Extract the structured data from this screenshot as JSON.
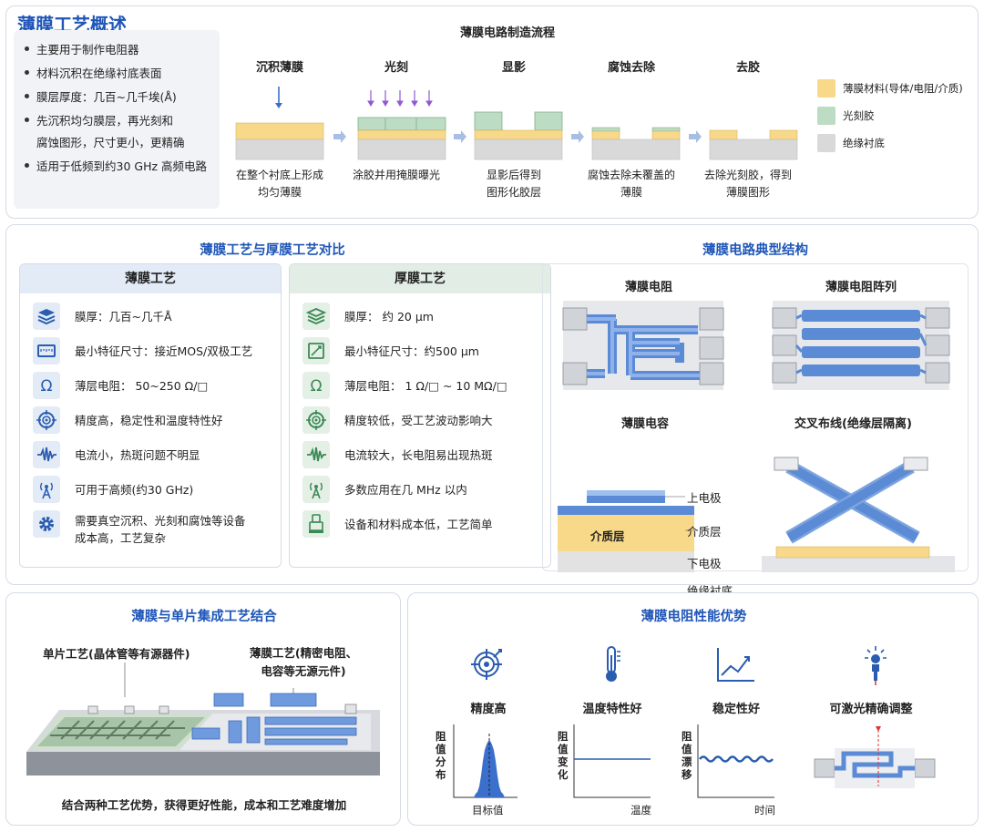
{
  "overview": {
    "title": "薄膜工艺概述",
    "items": [
      "主要用于制作电阻器",
      "材料沉积在绝缘衬底表面",
      "膜层厚度：几百~几千埃(Å)",
      "先沉积均匀膜层，再光刻和",
      "腐蚀图形，尺寸更小，更精确",
      "适用于低频到约30 GHz 高频电路"
    ]
  },
  "flow": {
    "title": "薄膜电路制造流程",
    "steps": [
      {
        "label": "沉积薄膜",
        "desc1": "在整个衬底上形成",
        "desc2": "均匀薄膜"
      },
      {
        "label": "光刻",
        "desc1": "涂胶并用掩膜曝光",
        "desc2": ""
      },
      {
        "label": "显影",
        "desc1": "显影后得到",
        "desc2": "图形化胶层"
      },
      {
        "label": "腐蚀去除",
        "desc1": "腐蚀去除未覆盖的",
        "desc2": "薄膜"
      },
      {
        "label": "去胶",
        "desc1": "去除光刻胶，得到",
        "desc2": "薄膜图形"
      }
    ],
    "legend": [
      {
        "label": "薄膜材料(导体/电阻/介质)",
        "color": "#f8d98a"
      },
      {
        "label": "光刻胶",
        "color": "#bcdcc4"
      },
      {
        "label": "绝缘衬底",
        "color": "#d9d9d9"
      }
    ]
  },
  "compare": {
    "title": "薄膜工艺与厚膜工艺对比",
    "thin": {
      "title": "薄膜工艺",
      "rows": [
        {
          "icon": "layers-icon",
          "text": "膜厚：几百~几千Å"
        },
        {
          "icon": "ruler-icon",
          "text": "最小特征尺寸：接近MOS/双极工艺"
        },
        {
          "icon": "ohm-icon",
          "text": "薄层电阻： 50~250 Ω/□"
        },
        {
          "icon": "target-icon",
          "text": "精度高，稳定性和温度特性好"
        },
        {
          "icon": "waveform-icon",
          "text": "电流小，热斑问题不明显"
        },
        {
          "icon": "antenna-icon",
          "text": "可用于高频(约30 GHz)"
        },
        {
          "icon": "gear-icon",
          "text": "需要真空沉积、光刻和腐蚀等设备",
          "text2": "成本高，工艺复杂"
        }
      ]
    },
    "thick": {
      "title": "厚膜工艺",
      "rows": [
        {
          "icon": "layers-icon",
          "text": "膜厚： 约 20 μm"
        },
        {
          "icon": "ruler-icon",
          "text": "最小特征尺寸：约500 μm"
        },
        {
          "icon": "ohm-icon",
          "text": "薄层电阻： 1 Ω/□ ~ 10 MΩ/□"
        },
        {
          "icon": "target-icon",
          "text": "精度较低，受工艺波动影响大"
        },
        {
          "icon": "waveform-icon",
          "text": "电流较大，长电阻易出现热斑"
        },
        {
          "icon": "antenna-icon",
          "text": "多数应用在几 MHz 以内"
        },
        {
          "icon": "printer-icon",
          "text": "设备和材料成本低，工艺简单"
        }
      ]
    }
  },
  "structure": {
    "title": "薄膜电路典型结构",
    "resistor": "薄膜电阻",
    "array": "薄膜电阻阵列",
    "capacitor": "薄膜电容",
    "crossover": "交叉布线(绝缘层隔离)",
    "cap_layers": {
      "top": "上电极",
      "dielectric_inner": "介质层",
      "dielectric": "介质层",
      "bottom": "下电极",
      "substrate": "绝缘衬底"
    }
  },
  "monolithic": {
    "title": "薄膜与单片集成工艺结合",
    "mono_label": "单片工艺(晶体管等有源器件)",
    "thin_label1": "薄膜工艺(精密电阻、",
    "thin_label2": "电容等无源元件)",
    "caption": "结合两种工艺优势，获得更好性能，成本和工艺难度增加"
  },
  "advantages": {
    "title": "薄膜电阻性能优势",
    "items": [
      {
        "icon": "precision-target-icon",
        "label": "精度高",
        "ylabel": [
          "阻",
          "值",
          "分",
          "布"
        ],
        "xlabel": "目标值"
      },
      {
        "icon": "thermometer-icon",
        "label": "温度特性好",
        "ylabel": [
          "阻",
          "值",
          "变",
          "化"
        ],
        "xlabel": "温度"
      },
      {
        "icon": "trend-chart-icon",
        "label": "稳定性好",
        "ylabel": [
          "阻",
          "值",
          "漂",
          "移"
        ],
        "xlabel": "时间"
      },
      {
        "icon": "laser-icon",
        "label": "可激光精确调整"
      }
    ]
  }
}
